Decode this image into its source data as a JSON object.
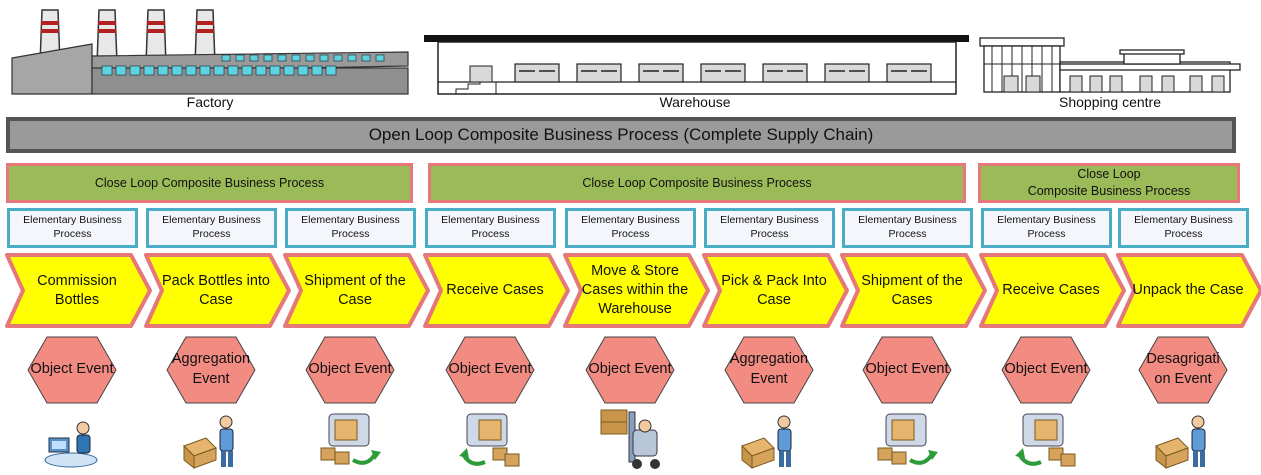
{
  "buildings": {
    "factory": "Factory",
    "warehouse": "Warehouse",
    "shopping": "Shopping centre"
  },
  "open_loop": "Open Loop Composite Business Process (Complete Supply Chain)",
  "closed_loops": [
    {
      "label": "Close Loop Composite Business Process"
    },
    {
      "label": "Close Loop Composite Business Process"
    },
    {
      "label": "Close Loop\nComposite Business Process"
    }
  ],
  "ebp_label": "Elementary Business Process",
  "steps": [
    {
      "process": "Commission Bottles",
      "event": "Object Event",
      "icon": "computer-operator-icon"
    },
    {
      "process": "Pack Bottles into Case",
      "event": "Aggregation Event",
      "icon": "packing-worker-icon"
    },
    {
      "process": "Shipment of the Case",
      "event": "Object Event",
      "icon": "shipment-boxes-icon"
    },
    {
      "process": "Receive Cases",
      "event": "Object Event",
      "icon": "receive-boxes-icon"
    },
    {
      "process": "Move & Store Cases within the Warehouse",
      "event": "Object Event",
      "icon": "forklift-icon"
    },
    {
      "process": "Pick & Pack Into Case",
      "event": "Aggregation Event",
      "icon": "packing-worker-icon"
    },
    {
      "process": "Shipment of the Cases",
      "event": "Object Event",
      "icon": "shipment-boxes-icon"
    },
    {
      "process": "Receive Cases",
      "event": "Object Event",
      "icon": "receive-boxes-icon"
    },
    {
      "process": "Unpack the Case",
      "event": "Desagrigati on Event",
      "icon": "packing-worker-icon"
    }
  ],
  "colors": {
    "process_fill": "#ffff00",
    "process_border": "#e6787a",
    "event_fill": "#f28b82",
    "ebp_border": "#4bacc6",
    "closed_loop_fill": "#9bbb59",
    "open_loop_fill": "#9a9a9a"
  }
}
